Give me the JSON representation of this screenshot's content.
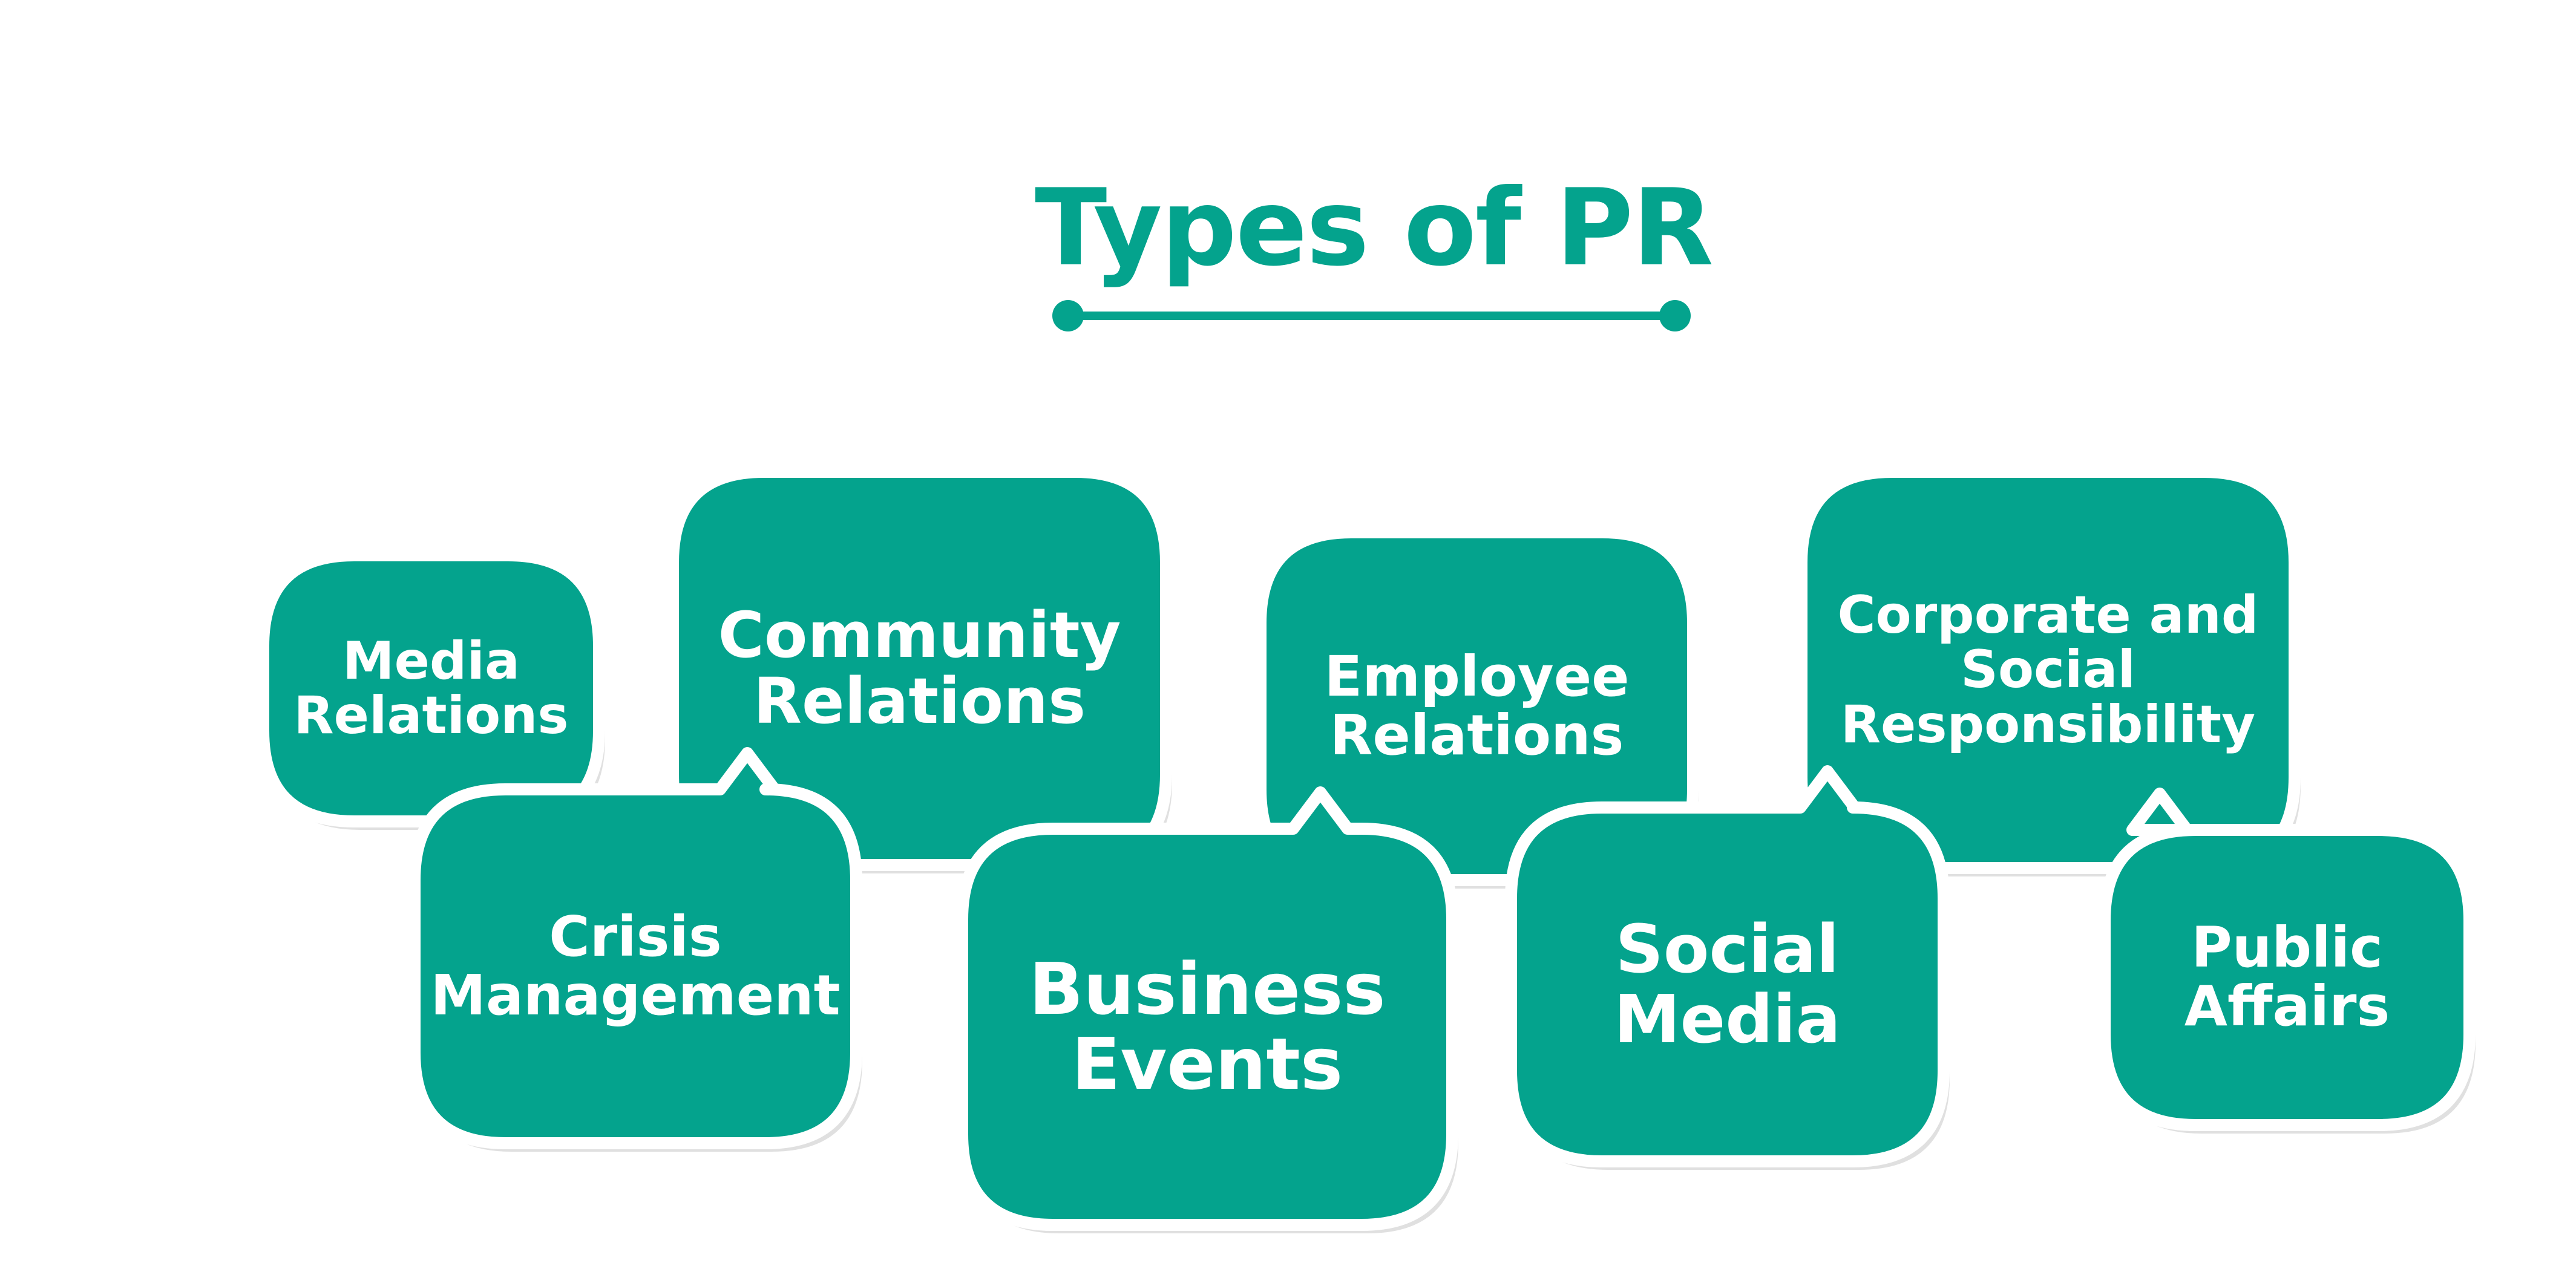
{
  "title": "Types of PR",
  "colors": {
    "accent": "#04A38D",
    "bubble_fill": "#04A38D",
    "bubble_border": "#ffffff",
    "text_on_bubble": "#ffffff",
    "background": "#ffffff"
  },
  "bubbles": [
    {
      "id": "media-relations",
      "label": "Media\nRelations"
    },
    {
      "id": "community-relations",
      "label": "Community\nRelations"
    },
    {
      "id": "employee-relations",
      "label": "Employee\nRelations"
    },
    {
      "id": "corporate-social-responsibility",
      "label": "Corporate and\nSocial\nResponsibility"
    },
    {
      "id": "crisis-management",
      "label": "Crisis\nManagement"
    },
    {
      "id": "business-events",
      "label": "Business\nEvents"
    },
    {
      "id": "social-media",
      "label": "Social\nMedia"
    },
    {
      "id": "public-affairs",
      "label": "Public\nAffairs"
    }
  ]
}
